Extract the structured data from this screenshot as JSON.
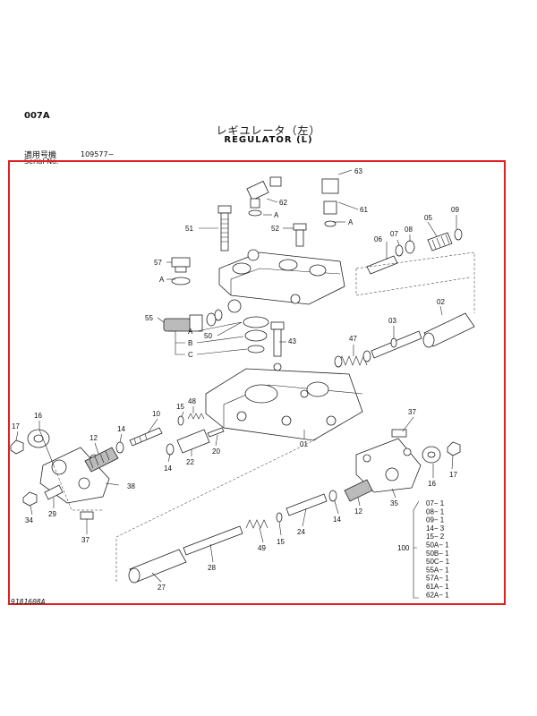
{
  "header": {
    "page_code": "007A",
    "title_jp": "レギユレータ（左）",
    "title_en": "REGULATOR (L)",
    "serial_label_jp": "適用号機",
    "serial_label_en": "Serial No.",
    "serial_no": "109577−"
  },
  "drawing_no": "9181608A",
  "callouts": [
    {
      "id": "c63",
      "text": "63"
    },
    {
      "id": "c62",
      "text": "62"
    },
    {
      "id": "c61",
      "text": "61"
    },
    {
      "id": "c09",
      "text": "09"
    },
    {
      "id": "c51",
      "text": "51"
    },
    {
      "id": "c52",
      "text": "52"
    },
    {
      "id": "c05",
      "text": "05"
    },
    {
      "id": "c06",
      "text": "06"
    },
    {
      "id": "c07",
      "text": "07"
    },
    {
      "id": "c08",
      "text": "08"
    },
    {
      "id": "c57",
      "text": "57"
    },
    {
      "id": "c55",
      "text": "55"
    },
    {
      "id": "c50",
      "text": "50"
    },
    {
      "id": "c43",
      "text": "43"
    },
    {
      "id": "c47",
      "text": "47"
    },
    {
      "id": "c03",
      "text": "03"
    },
    {
      "id": "c02",
      "text": "02"
    },
    {
      "id": "c17a",
      "text": "17"
    },
    {
      "id": "c16a",
      "text": "16"
    },
    {
      "id": "c15a",
      "text": "15"
    },
    {
      "id": "c48",
      "text": "48"
    },
    {
      "id": "c10",
      "text": "10"
    },
    {
      "id": "c14a",
      "text": "14"
    },
    {
      "id": "c12a",
      "text": "12"
    },
    {
      "id": "c14b",
      "text": "14"
    },
    {
      "id": "c22",
      "text": "22"
    },
    {
      "id": "c20",
      "text": "20"
    },
    {
      "id": "c01",
      "text": "01"
    },
    {
      "id": "c37a",
      "text": "37"
    },
    {
      "id": "c38",
      "text": "38"
    },
    {
      "id": "c34",
      "text": "34"
    },
    {
      "id": "c29",
      "text": "29"
    },
    {
      "id": "c37b",
      "text": "37"
    },
    {
      "id": "c16b",
      "text": "16"
    },
    {
      "id": "c17b",
      "text": "17"
    },
    {
      "id": "c35",
      "text": "35"
    },
    {
      "id": "c12b",
      "text": "12"
    },
    {
      "id": "c14c",
      "text": "14"
    },
    {
      "id": "c24",
      "text": "24"
    },
    {
      "id": "c15b",
      "text": "15"
    },
    {
      "id": "c49",
      "text": "49"
    },
    {
      "id": "c28",
      "text": "28"
    },
    {
      "id": "c27",
      "text": "27"
    },
    {
      "id": "c100",
      "text": "100"
    }
  ],
  "ref_letters": {
    "a": "A",
    "b": "B",
    "c": "C"
  },
  "kit_rows": [
    "07− 1",
    "08− 1",
    "09− 1",
    "14− 3",
    "15− 2",
    "50A− 1",
    "50B− 1",
    "50C− 1",
    "55A− 1",
    "57A− 1",
    "61A− 1",
    "62A− 1"
  ]
}
